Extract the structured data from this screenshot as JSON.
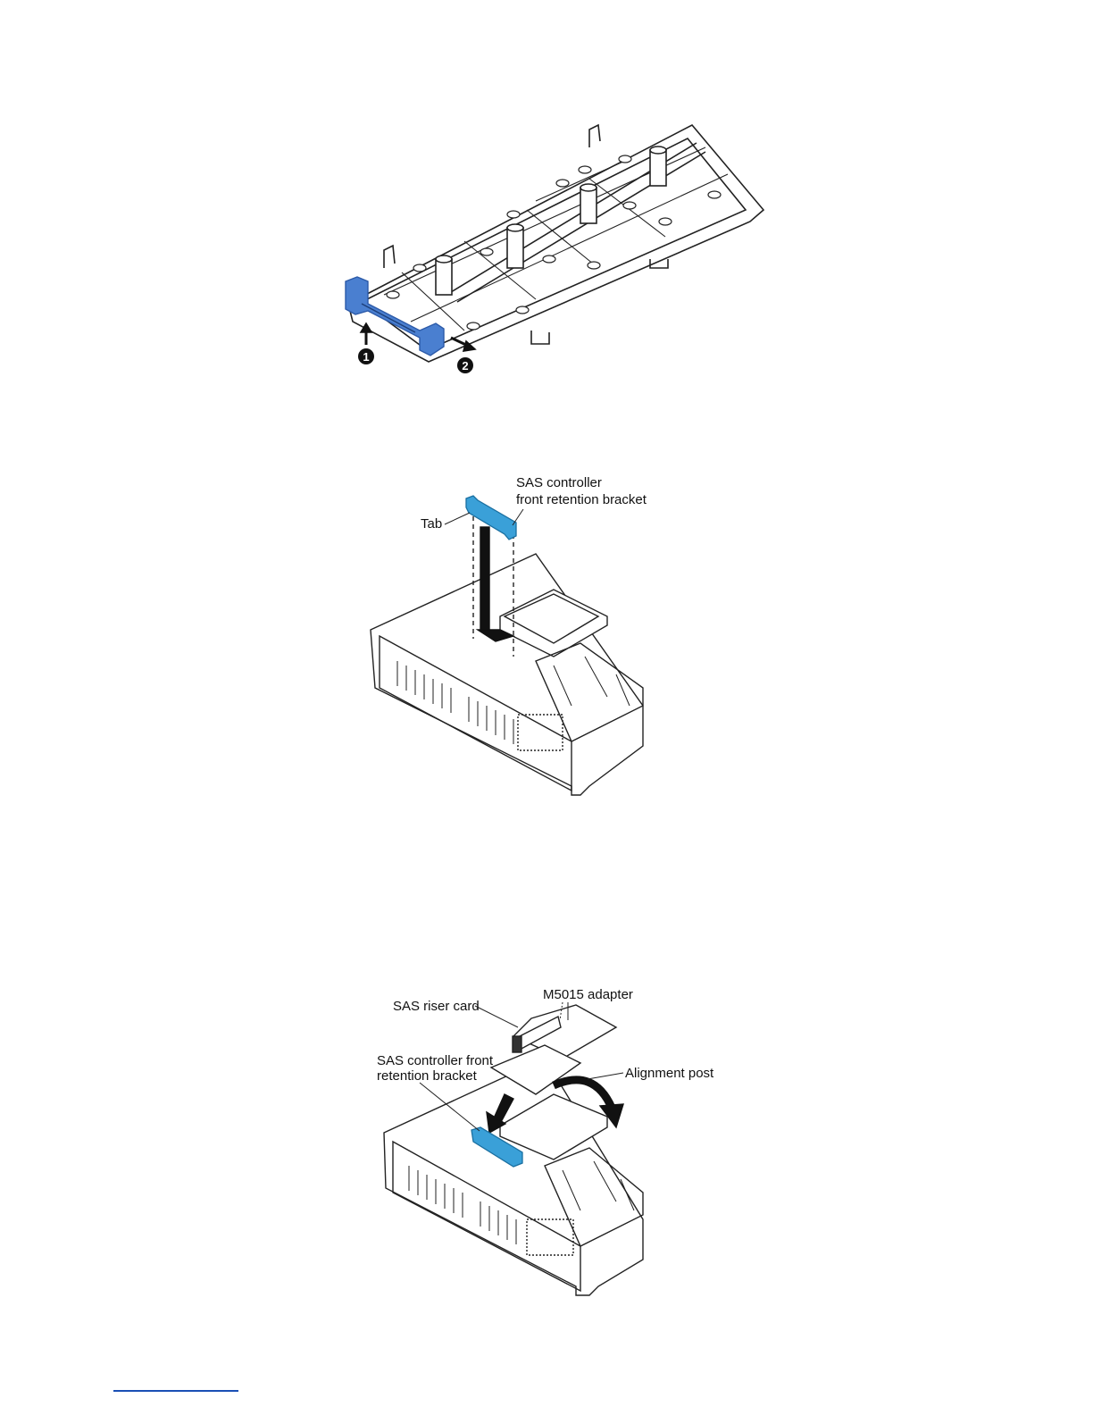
{
  "figure1": {
    "callouts": [
      "1",
      "2"
    ],
    "colors": {
      "part": "#4a7fd0",
      "part_dark": "#2c5aa8",
      "line": "#222222"
    }
  },
  "figure2": {
    "labels": {
      "bracket_line1": "SAS controller",
      "bracket_line2": "front retention bracket",
      "tab": "Tab"
    },
    "colors": {
      "part": "#3aa0d8"
    }
  },
  "figure3": {
    "labels": {
      "riser": "SAS riser card",
      "adapter": "M5015 adapter",
      "bracket_line1": "SAS controller front",
      "bracket_line2": "retention bracket",
      "post": "Alignment post"
    },
    "colors": {
      "part": "#3aa0d8"
    }
  },
  "footer": {
    "link_color": "#1a4fb5"
  }
}
